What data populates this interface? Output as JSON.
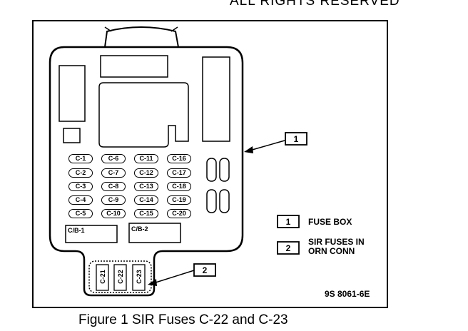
{
  "header_text": "ALL RIGHTS RESERVED",
  "fuses": [
    [
      "C-1",
      "C-6",
      "C-11",
      "C-16"
    ],
    [
      "C-2",
      "C-7",
      "C-12",
      "C-17"
    ],
    [
      "C-3",
      "C-8",
      "C-13",
      "C-18"
    ],
    [
      "C-4",
      "C-9",
      "C-14",
      "C-19"
    ],
    [
      "C-5",
      "C-10",
      "C-15",
      "C-20"
    ]
  ],
  "circuit_breakers": [
    "C/B-1",
    "C/B-2"
  ],
  "sir_connector_fuses": [
    "C-21",
    "C-22",
    "C-23"
  ],
  "callouts": [
    "1",
    "2"
  ],
  "legend": [
    {
      "number": "1",
      "text": "FUSE BOX"
    },
    {
      "number": "2",
      "text": "SIR FUSES IN ORN CONN"
    }
  ],
  "figure_code": "9S 8061-6E",
  "caption": "Figure 1 SIR Fuses C-22 and C-23"
}
